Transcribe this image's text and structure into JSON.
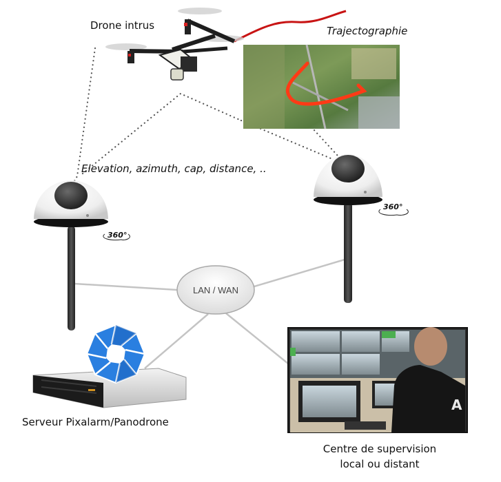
{
  "labels": {
    "drone": "Drone intrus",
    "trajectory": "Trajectographie",
    "measurements": "Elevation, azimuth, cap, distance, ..",
    "network": "LAN / WAN",
    "server": "Serveur Pixalarm/Panodrone",
    "supervision_line1": "Centre de supervision",
    "supervision_line2": "local ou distant"
  },
  "cameras": [
    {
      "name": "left-dome-camera",
      "rotation": "360°"
    },
    {
      "name": "right-dome-camera",
      "rotation": "360°"
    }
  ],
  "colors": {
    "trajectory": "#e8311a",
    "logo_blue": "#1f6fd1",
    "link_gray": "#c4c4c4",
    "dotted": "#555555"
  }
}
